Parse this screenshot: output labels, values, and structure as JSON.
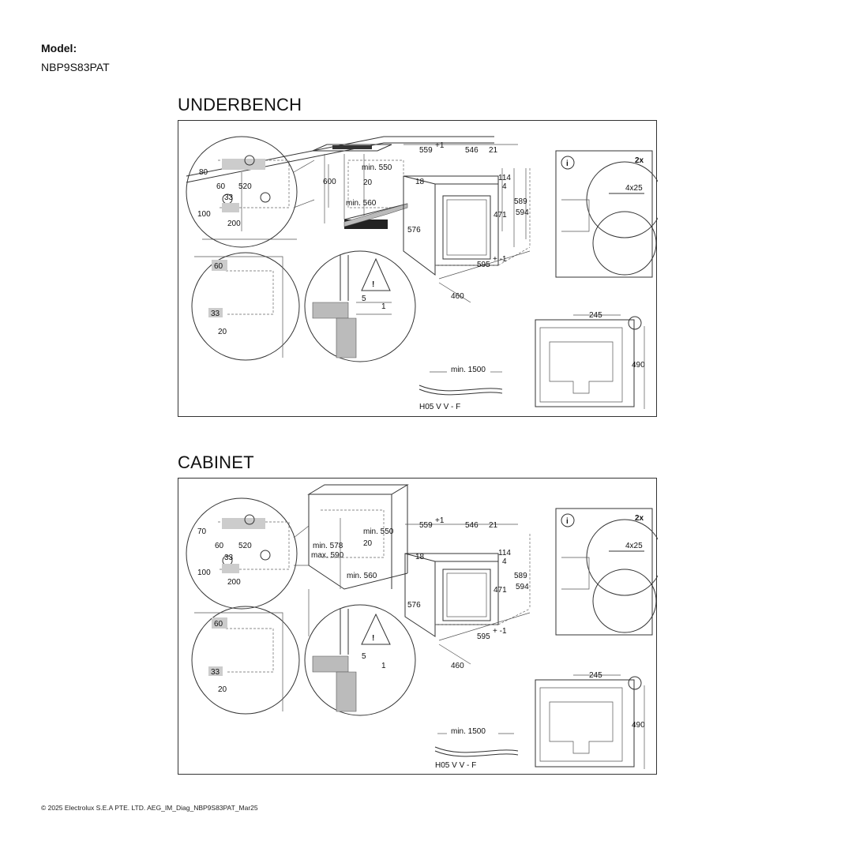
{
  "header": {
    "model_label": "Model:",
    "model_value": "NBP9S83PAT"
  },
  "sections": [
    {
      "title": "UNDERBENCH",
      "detail_circle": {
        "d80": "80",
        "d60": "60",
        "d520": "520",
        "d33": "33",
        "d100": "100",
        "d200": "200"
      },
      "cabinet": {
        "d600": "600",
        "min550": "min. 550",
        "d20": "20",
        "min560": "min. 560"
      },
      "oven": {
        "d559": "559",
        "d559_sup": "+1",
        "d546": "546",
        "d21": "21",
        "d18": "18",
        "d114": "114",
        "d4": "4",
        "d589": "589",
        "d594": "594",
        "d471": "471",
        "d576": "576",
        "d595": "595",
        "d595_sup": "+ -1",
        "d460": "460"
      },
      "side_circle": {
        "d60": "60",
        "d33": "33",
        "d20": "20"
      },
      "gap_circle": {
        "d5": "5",
        "d1": "1"
      },
      "screws": {
        "count": "2x",
        "size": "4x25"
      },
      "front": {
        "d245": "245",
        "d490": "490"
      },
      "cable": {
        "min1500": "min. 1500",
        "type": "H05 V V - F"
      }
    },
    {
      "title": "CABINET",
      "detail_circle": {
        "d80": "70",
        "d60": "60",
        "d520": "520",
        "d33": "33",
        "d100": "100",
        "d200": "200"
      },
      "cabinet": {
        "min578": "min. 578",
        "max590": "max. 590",
        "min550": "min. 550",
        "d20": "20",
        "min560": "min. 560"
      },
      "oven": {
        "d559": "559",
        "d559_sup": "+1",
        "d546": "546",
        "d21": "21",
        "d18": "18",
        "d114": "114",
        "d4": "4",
        "d589": "589",
        "d594": "594",
        "d471": "471",
        "d576": "576",
        "d595": "595",
        "d595_sup": "+ -1",
        "d460": "460"
      },
      "side_circle": {
        "d60": "60",
        "d33": "33",
        "d20": "20"
      },
      "gap_circle": {
        "d5": "5",
        "d1": "1"
      },
      "screws": {
        "count": "2x",
        "size": "4x25"
      },
      "front": {
        "d245": "245",
        "d490": "490"
      },
      "cable": {
        "min1500": "min. 1500",
        "type": "H05 V V - F"
      }
    }
  ],
  "footer": {
    "copyright": "© 2025 Electrolux S.E.A PTE. LTD. AEG_IM_Diag_NBP9S83PAT_Mar25"
  }
}
